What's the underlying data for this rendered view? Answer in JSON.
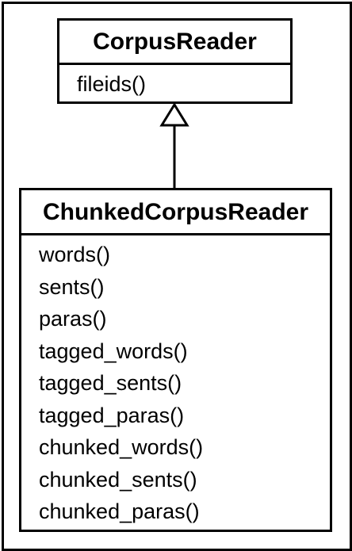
{
  "parent_class": {
    "name": "CorpusReader",
    "methods": [
      "fileids()"
    ]
  },
  "child_class": {
    "name": "ChunkedCorpusReader",
    "methods": [
      "words()",
      "sents()",
      "paras()",
      "tagged_words()",
      "tagged_sents()",
      "tagged_paras()",
      "chunked_words()",
      "chunked_sents()",
      "chunked_paras()"
    ]
  },
  "relationship": {
    "type": "inheritance",
    "from": "ChunkedCorpusReader",
    "to": "CorpusReader"
  },
  "colors": {
    "line": "#000000",
    "background": "#ffffff"
  }
}
